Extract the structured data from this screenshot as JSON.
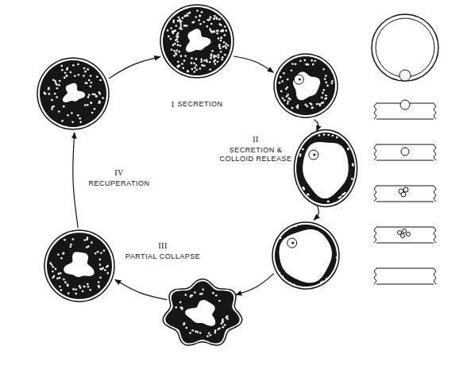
{
  "diagram": {
    "labels": [
      "I",
      "SECRETION",
      "II",
      "SECRETION & COLLOID RELEASE",
      "III",
      "PARTIAL COLLAPSE",
      "IV",
      "RECUPERATION"
    ]
  }
}
